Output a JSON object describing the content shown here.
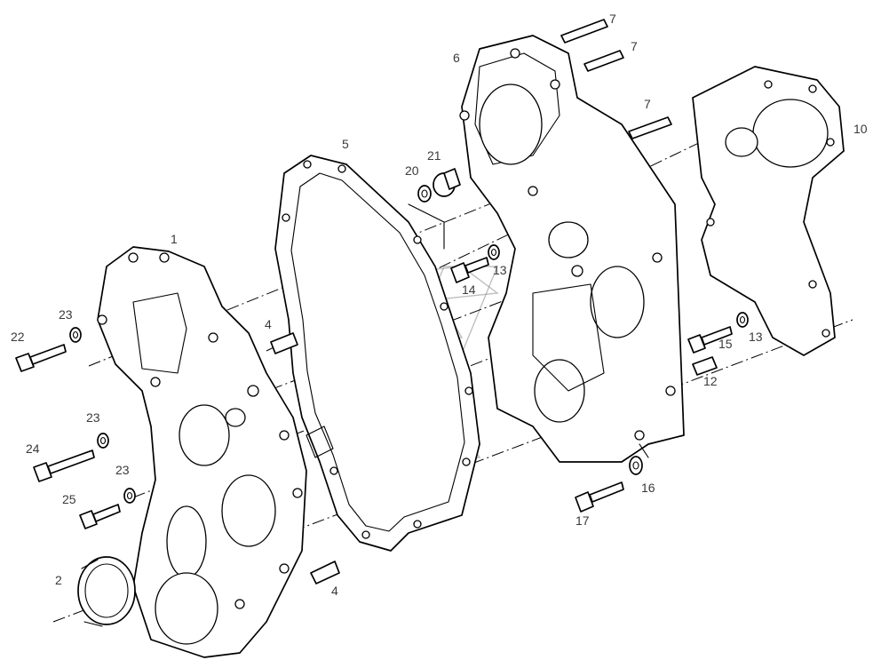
{
  "callouts": {
    "c1": "1",
    "c2": "2",
    "c4a": "4",
    "c4b": "4",
    "c5": "5",
    "c6": "6",
    "c7a": "7",
    "c7b": "7",
    "c7c": "7",
    "c10": "10",
    "c12": "12",
    "c13a": "13",
    "c13b": "13",
    "c14": "14",
    "c15": "15",
    "c16": "16",
    "c17": "17",
    "c20": "20",
    "c21": "21",
    "c22": "22",
    "c23a": "23",
    "c23b": "23",
    "c23c": "23",
    "c24": "24",
    "c25": "25"
  }
}
